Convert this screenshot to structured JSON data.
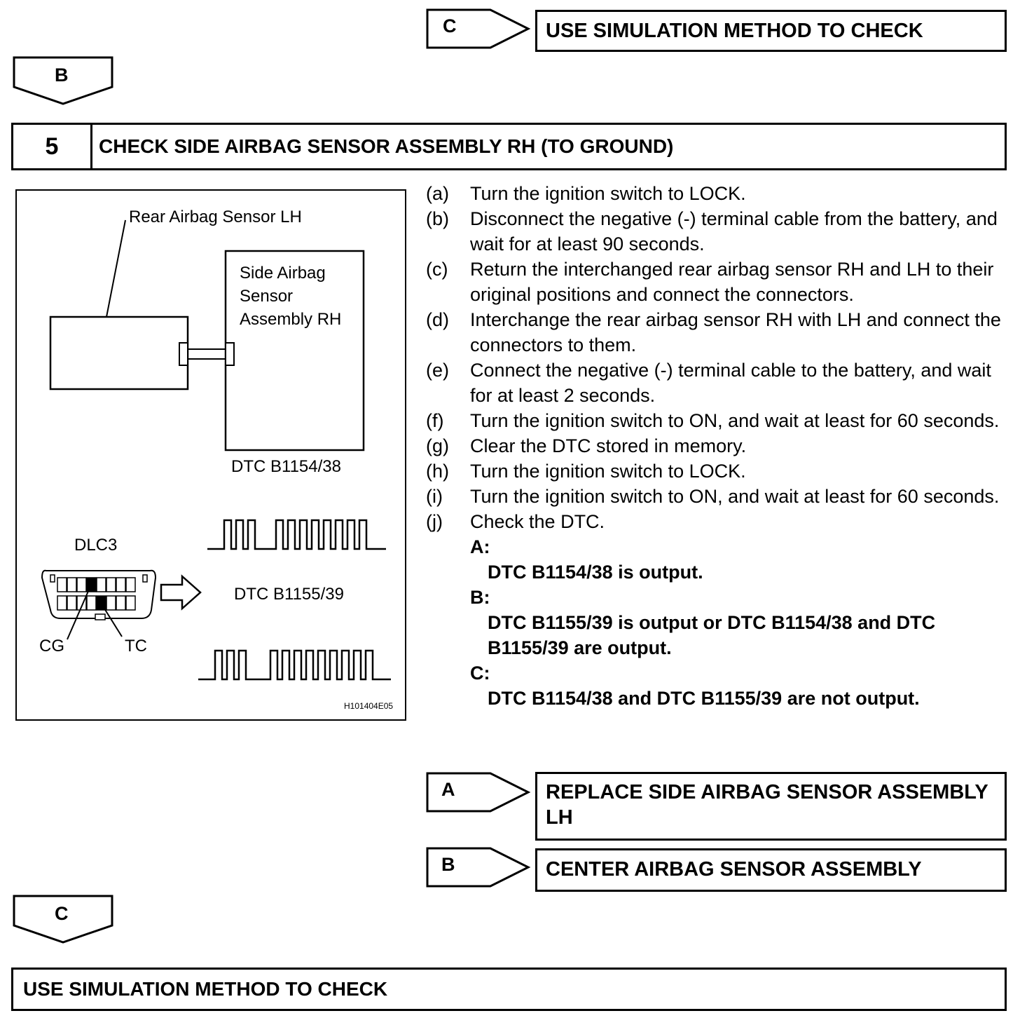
{
  "top_branch": {
    "letter": "C",
    "result": "USE SIMULATION METHOD TO CHECK"
  },
  "continue_b": {
    "letter": "B"
  },
  "step": {
    "number": "5",
    "title": "CHECK SIDE AIRBAG SENSOR ASSEMBLY RH (TO GROUND)"
  },
  "figure": {
    "rear_sensor_label": "Rear Airbag Sensor LH",
    "side_sensor_label_1": "Side Airbag",
    "side_sensor_label_2": "Sensor",
    "side_sensor_label_3": "Assembly RH",
    "dtc_1": "DTC B1154/38",
    "dlc_label": "DLC3",
    "dtc_2": "DTC B1155/39",
    "cg_label": "CG",
    "tc_label": "TC",
    "figure_code": "H101404E05"
  },
  "procedure": [
    {
      "letter": "(a)",
      "text": "Turn the ignition switch to LOCK."
    },
    {
      "letter": "(b)",
      "text": "Disconnect the negative (-) terminal cable from the battery, and wait for at least 90 seconds."
    },
    {
      "letter": "(c)",
      "text": "Return the interchanged rear airbag sensor RH and LH to their original positions and connect the connectors."
    },
    {
      "letter": "(d)",
      "text": "Interchange the rear airbag sensor RH with LH and connect the connectors to them."
    },
    {
      "letter": "(e)",
      "text": "Connect the negative (-) terminal cable to the battery, and wait for at least 2 seconds."
    },
    {
      "letter": "(f)",
      "text": "Turn the ignition switch to ON, and wait at least for 60 seconds."
    },
    {
      "letter": "(g)",
      "text": "Clear the DTC stored in memory."
    },
    {
      "letter": "(h)",
      "text": "Turn the ignition switch to LOCK."
    },
    {
      "letter": "(i)",
      "text": "Turn the ignition switch to ON, and wait at least for 60 seconds."
    },
    {
      "letter": "(j)",
      "text": "Check the DTC."
    }
  ],
  "results": [
    {
      "label": "A:",
      "text": "DTC B1154/38 is output."
    },
    {
      "label": "B:",
      "text": "DTC B1155/39 is output or DTC B1154/38 and DTC B1155/39 are output."
    },
    {
      "label": "C:",
      "text": "DTC B1154/38 and DTC B1155/39 are not output."
    }
  ],
  "branch_a": {
    "letter": "A",
    "result": "REPLACE SIDE AIRBAG SENSOR ASSEMBLY LH"
  },
  "branch_b": {
    "letter": "B",
    "result": "CENTER AIRBAG SENSOR ASSEMBLY"
  },
  "continue_c": {
    "letter": "C"
  },
  "final": {
    "text": "USE SIMULATION METHOD TO CHECK"
  }
}
